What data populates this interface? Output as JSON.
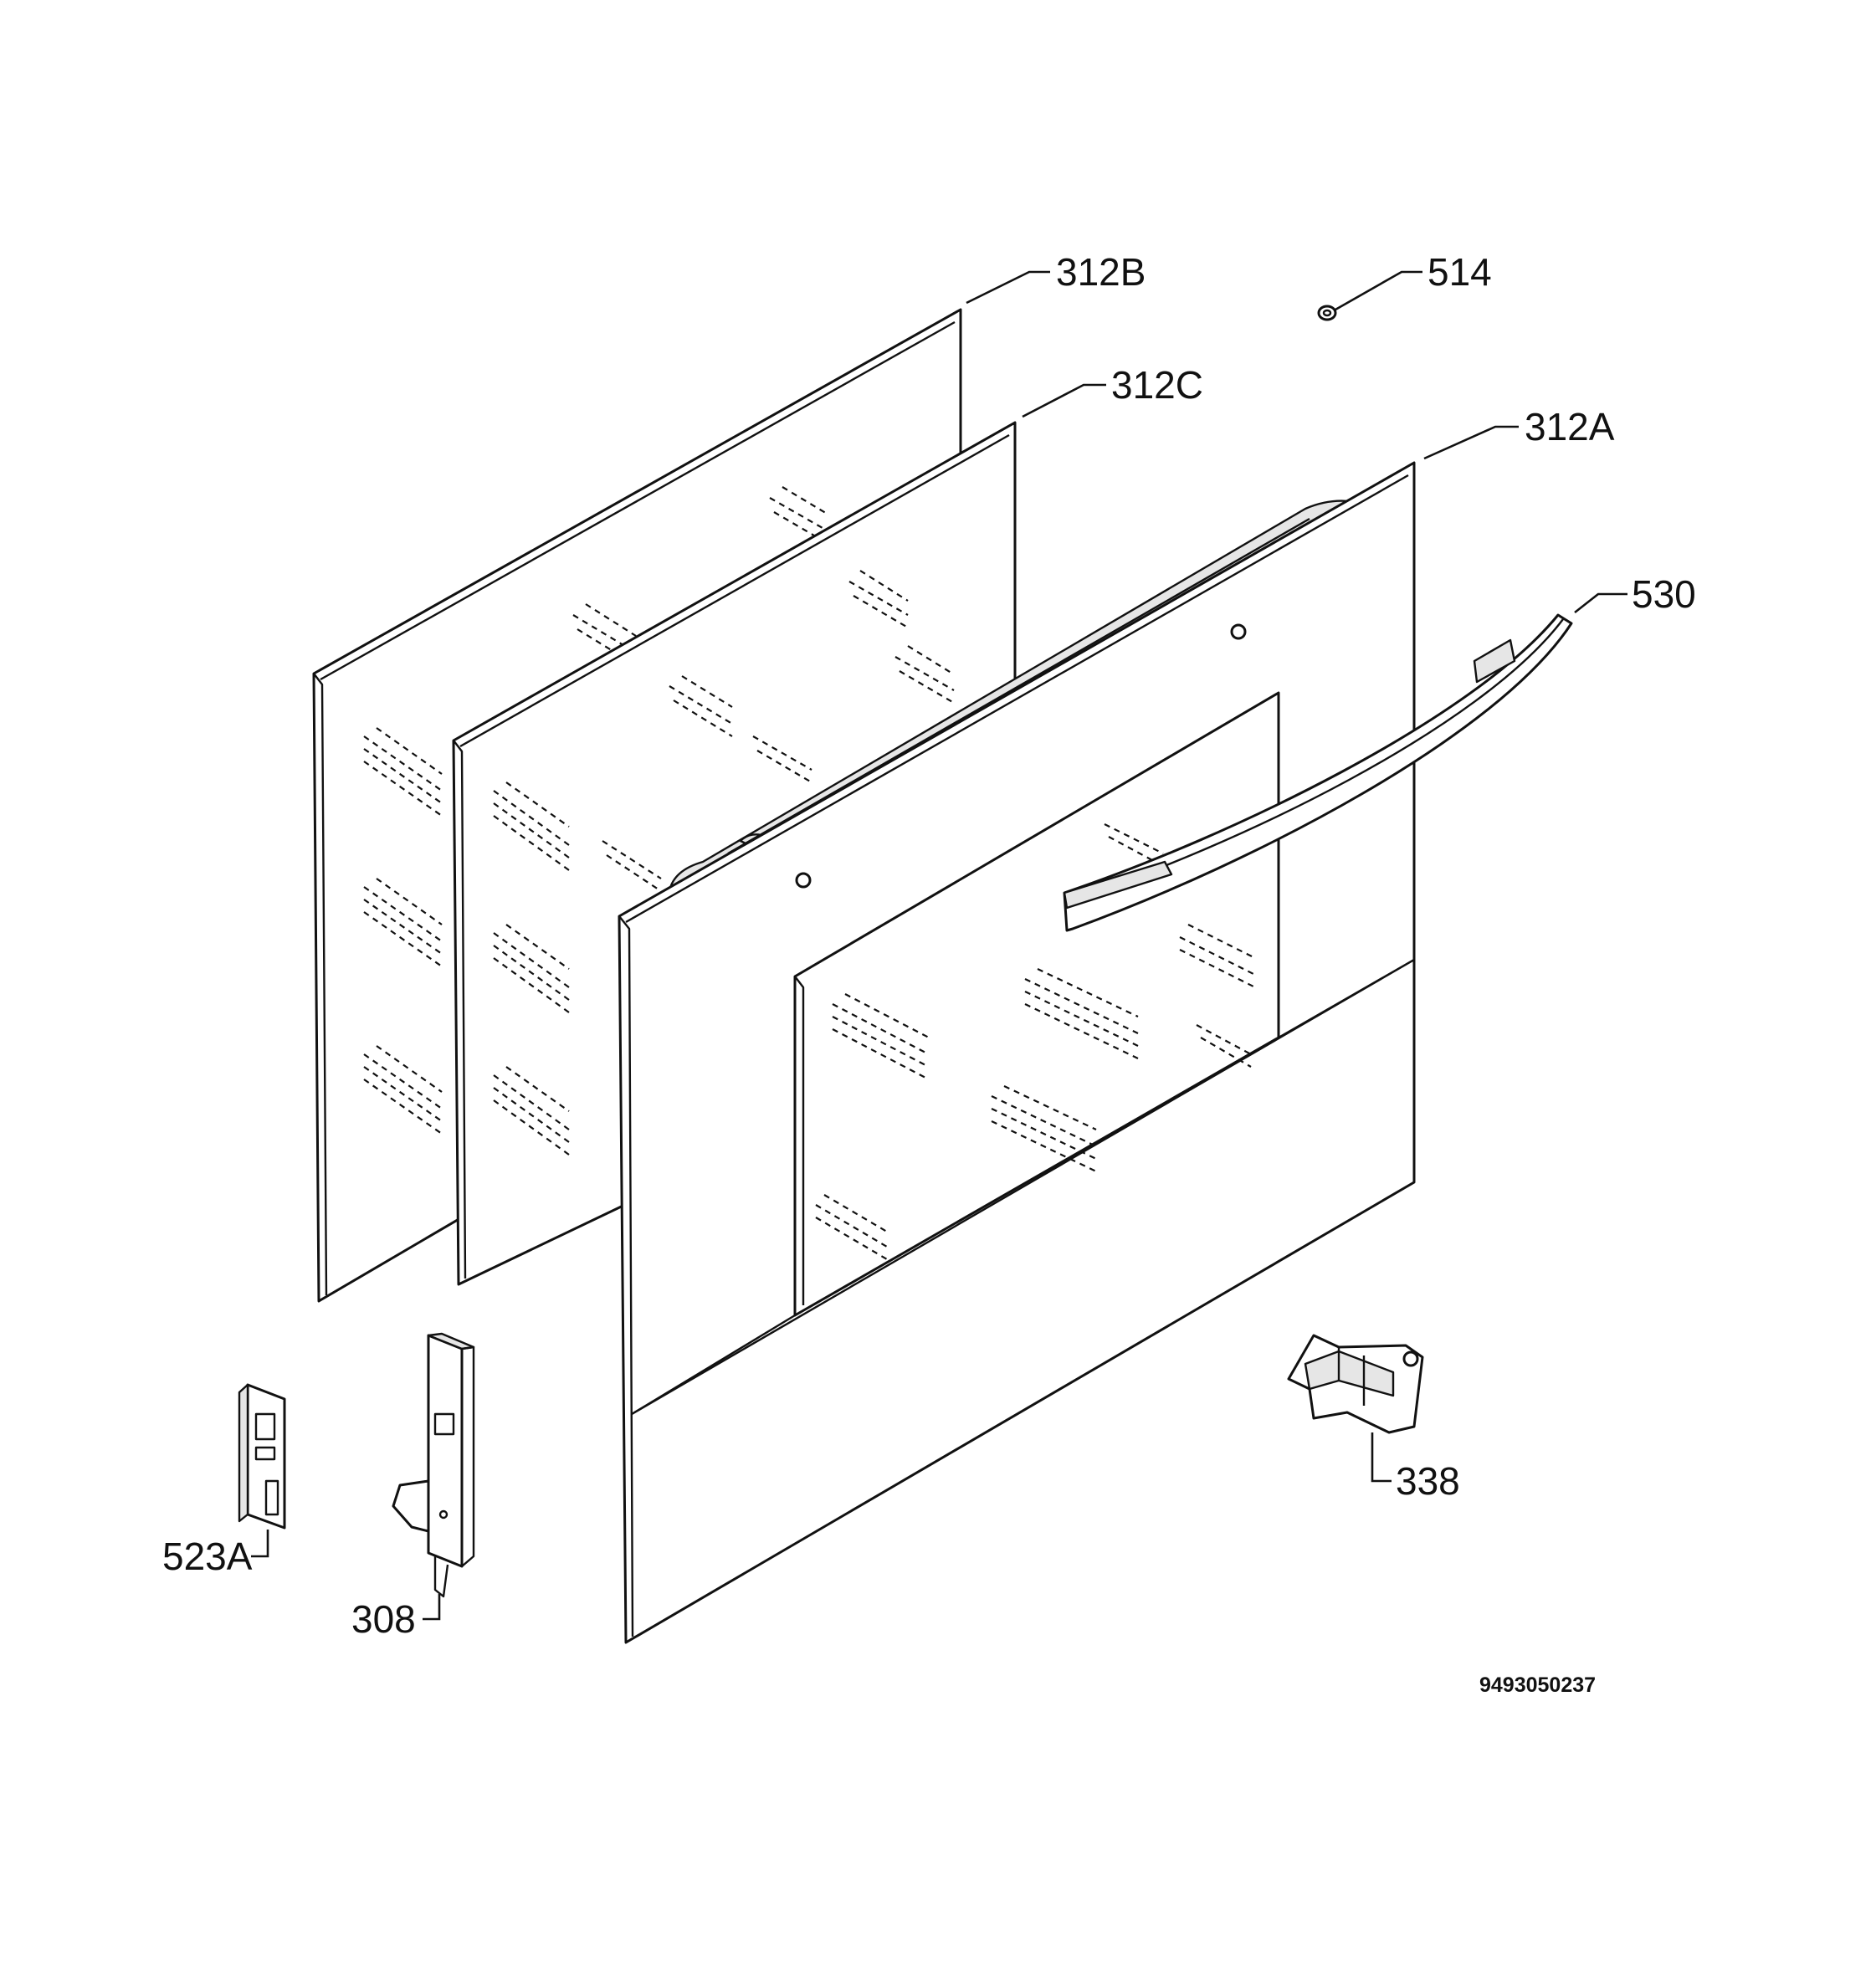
{
  "labels": {
    "part_312B": "312B",
    "part_514": "514",
    "part_312C": "312C",
    "part_312A": "312A",
    "part_530": "530",
    "part_338": "338",
    "part_523A": "523A",
    "part_308": "308"
  },
  "document_number": "9493050237"
}
